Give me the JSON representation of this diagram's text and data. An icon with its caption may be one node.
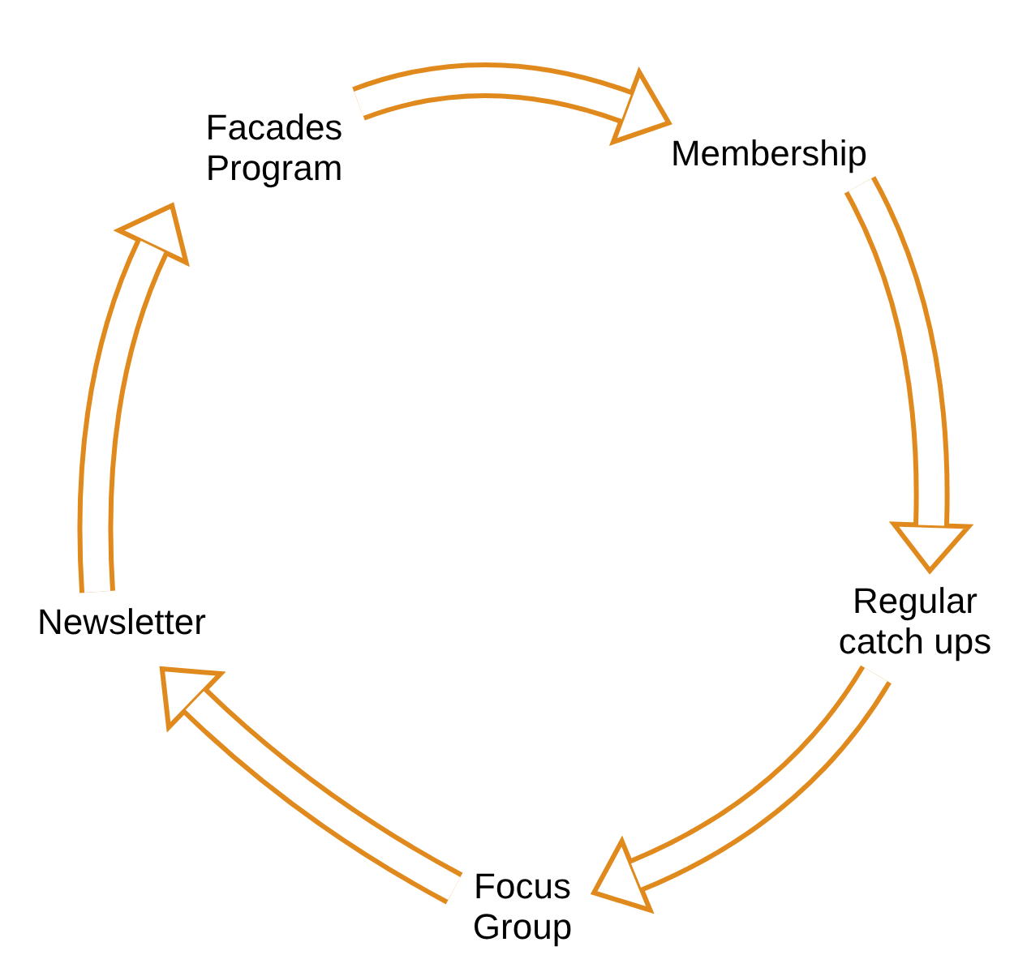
{
  "diagram": {
    "nodes": [
      {
        "text": [
          "Facades Program"
        ]
      },
      {
        "text": [
          "Membership"
        ]
      },
      {
        "text": [
          "Regular catch ups"
        ]
      },
      {
        "text": [
          "Focus Group"
        ]
      },
      {
        "text": [
          "Newsletter"
        ]
      }
    ],
    "edges": [
      {
        "from": 0,
        "to": 1,
        "arrow": "to"
      },
      {
        "from": 1,
        "to": 2,
        "arrow": "to"
      },
      {
        "from": 2,
        "to": 3,
        "arrow": "to"
      },
      {
        "from": 3,
        "to": 4,
        "arrow": "to"
      },
      {
        "from": 4,
        "to": 0,
        "arrow": "to"
      }
    ]
  }
}
